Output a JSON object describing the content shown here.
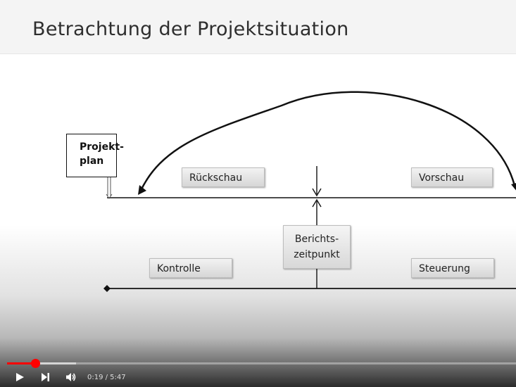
{
  "slide": {
    "title": "Betrachtung der Projektsituation",
    "plan_line1": "Projekt-",
    "plan_line2": "plan",
    "rueckschau": "Rückschau",
    "vorschau": "Vorschau",
    "kontrolle": "Kontrolle",
    "steuerung": "Steuerung",
    "berichts_line1": "Berichts-",
    "berichts_line2": "zeitpunkt"
  },
  "player": {
    "time_display": "0:19 / 5:47",
    "progress_fraction": 0.055,
    "buffered_fraction": 0.135,
    "accent_color": "#ff0000",
    "play_icon": "play-icon",
    "next_icon": "next-icon",
    "volume_icon": "volume-icon"
  }
}
